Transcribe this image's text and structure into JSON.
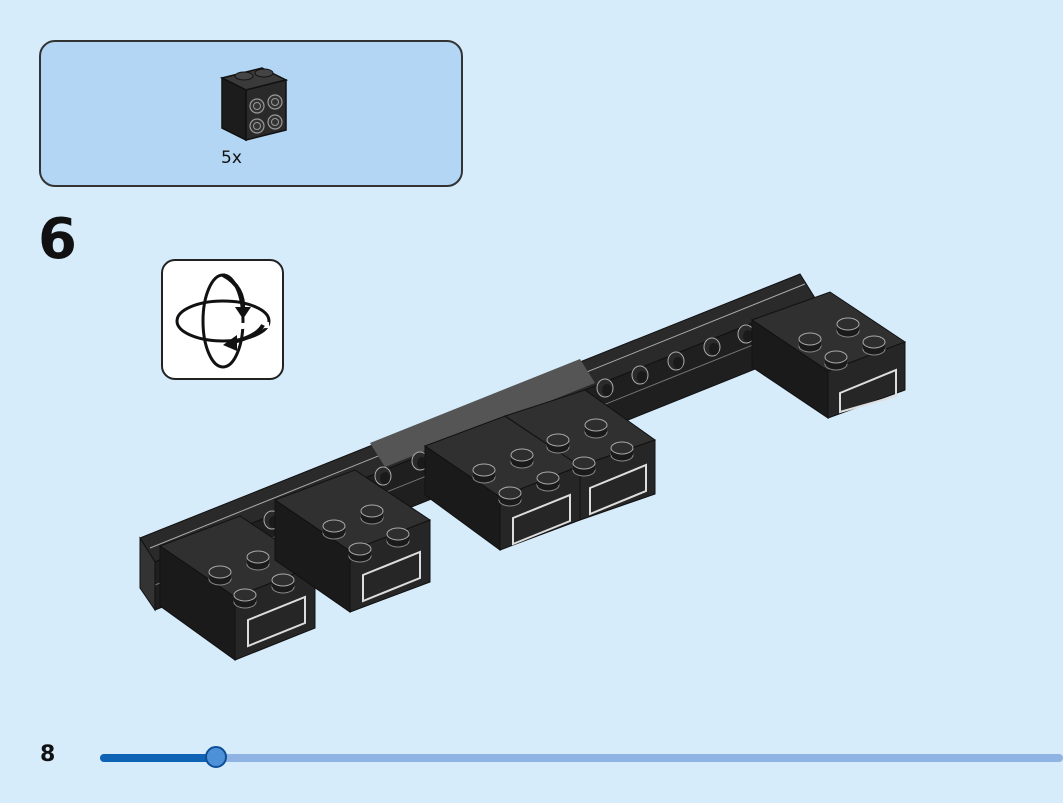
{
  "parts": {
    "items": [
      {
        "name": "black-brick-1x2x1-2-with-studs-on-side",
        "quantity": "5x",
        "color": "#2a2a2a"
      }
    ]
  },
  "step": {
    "number": "6"
  },
  "rotate_icon": "rotate-model-icon",
  "page": {
    "number": "8"
  },
  "progress": {
    "fraction": 0.12
  },
  "colors": {
    "background": "#d6ecfb",
    "panel": "#b2d6f3",
    "brick": "#2a2a2a",
    "progress_fill": "#0f63b4",
    "progress_track": "#8fb4e4"
  }
}
